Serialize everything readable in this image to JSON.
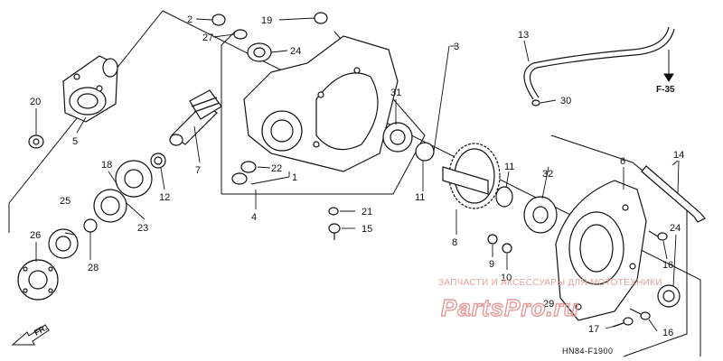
{
  "diagram": {
    "callouts": [
      {
        "id": "c1",
        "text": "1"
      },
      {
        "id": "c2",
        "text": "2"
      },
      {
        "id": "c3",
        "text": "3"
      },
      {
        "id": "c4",
        "text": "4"
      },
      {
        "id": "c5",
        "text": "5"
      },
      {
        "id": "c6",
        "text": "6"
      },
      {
        "id": "c7",
        "text": "7"
      },
      {
        "id": "c8",
        "text": "8"
      },
      {
        "id": "c9",
        "text": "9"
      },
      {
        "id": "c10",
        "text": "10"
      },
      {
        "id": "c11a",
        "text": "11"
      },
      {
        "id": "c11b",
        "text": "11"
      },
      {
        "id": "c12",
        "text": "12"
      },
      {
        "id": "c13",
        "text": "13"
      },
      {
        "id": "c14",
        "text": "14"
      },
      {
        "id": "c15",
        "text": "15"
      },
      {
        "id": "c16a",
        "text": "16"
      },
      {
        "id": "c16b",
        "text": "16"
      },
      {
        "id": "c17",
        "text": "17"
      },
      {
        "id": "c18",
        "text": "18"
      },
      {
        "id": "c19",
        "text": "19"
      },
      {
        "id": "c20",
        "text": "20"
      },
      {
        "id": "c21",
        "text": "21"
      },
      {
        "id": "c22",
        "text": "22"
      },
      {
        "id": "c23",
        "text": "23"
      },
      {
        "id": "c24a",
        "text": "24"
      },
      {
        "id": "c24b",
        "text": "24"
      },
      {
        "id": "c25",
        "text": "25"
      },
      {
        "id": "c26",
        "text": "26"
      },
      {
        "id": "c27",
        "text": "27"
      },
      {
        "id": "c28",
        "text": "28"
      },
      {
        "id": "c29",
        "text": "29"
      },
      {
        "id": "c30",
        "text": "30"
      },
      {
        "id": "c31",
        "text": "31"
      },
      {
        "id": "c32",
        "text": "32"
      }
    ],
    "reference": "F-35",
    "diagram_code": "HN84-F1900",
    "front_marker": "FR.",
    "watermark_text": "ЗАПЧАСТИ И АКСЕССУАРЫ ДЛЯ МОТОТЕХНИКИ",
    "watermark_logo": "PartsPro.ru",
    "colors": {
      "ink": "#111111",
      "watermark": "#e79a9a",
      "background": "#ffffff"
    }
  }
}
